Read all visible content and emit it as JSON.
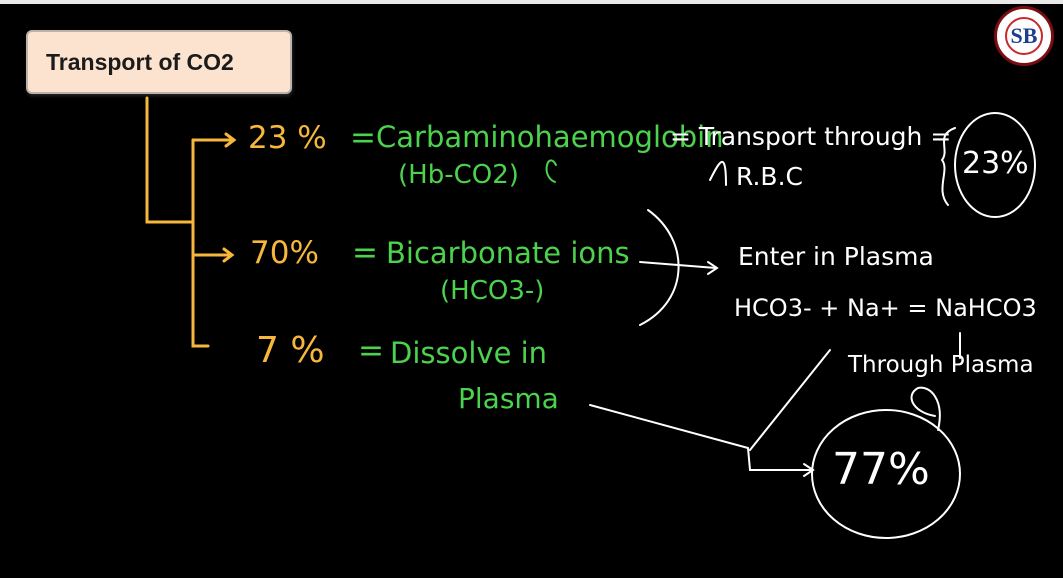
{
  "title": "Transport of CO2",
  "logo_text": "SB",
  "branches": [
    {
      "percent": "23 %",
      "equals": "=",
      "label": "Carbaminohaemoglobin",
      "sub": "(Hb-CO2)"
    },
    {
      "percent": "70%",
      "equals": "=",
      "label": "Bicarbonate ions",
      "sub": "(HCO3-)"
    },
    {
      "percent": "7 %",
      "equals": "=",
      "label": "Dissolve in",
      "label2": "Plasma"
    }
  ],
  "notes": {
    "transport_eq": "= Transport through =",
    "rbc": "R.B.C",
    "circle_23": "23%",
    "enter_plasma": "Enter in Plasma",
    "equation": "HCO3- + Na+ = NaHCO3",
    "through_plasma": "Through Plasma",
    "circle_77": "77%"
  },
  "colors": {
    "orange": "#f6b73c",
    "green": "#4cd24c",
    "white": "#ffffff",
    "title_bg": "#fbe3cf"
  }
}
